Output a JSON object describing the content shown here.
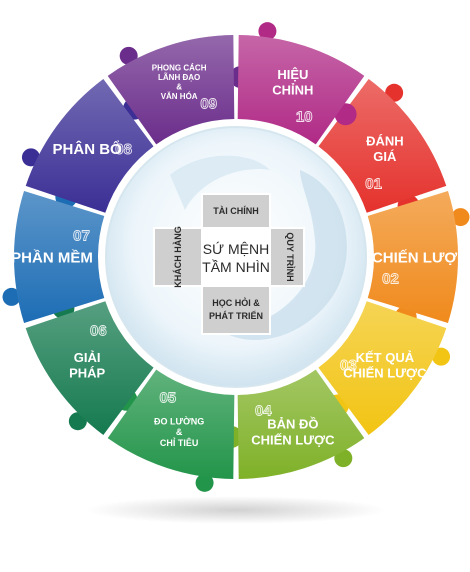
{
  "center": {
    "core_lines": [
      "SỨ MỆNH",
      "TẦM NHÌN"
    ],
    "perspectives": {
      "top": "TÀI CHÍNH",
      "right": "QUY TRÌNH",
      "bottom_lines": [
        "HỌC HỎI &",
        "PHÁT TRIỂN"
      ],
      "left": "KHÁCH HÀNG"
    }
  },
  "segments": [
    {
      "number": "01",
      "lines": [
        "ĐÁNH",
        "GIÁ"
      ],
      "color": "#e5322d"
    },
    {
      "number": "02",
      "lines": [
        "CHIẾN LƯỢC"
      ],
      "color": "#f08a1c"
    },
    {
      "number": "03",
      "lines": [
        "KẾT QUẢ",
        "CHIẾN LƯỢC"
      ],
      "color": "#f2c413"
    },
    {
      "number": "04",
      "lines": [
        "BẢN ĐỒ",
        "CHIẾN LƯỢC"
      ],
      "color": "#7fb128"
    },
    {
      "number": "05",
      "lines": [
        "ĐO LƯỜNG",
        "&",
        "CHỈ TIÊU"
      ],
      "color": "#23954a"
    },
    {
      "number": "06",
      "lines": [
        "GIẢI",
        "PHÁP"
      ],
      "color": "#157a4f"
    },
    {
      "number": "07",
      "lines": [
        "PHẦN MỀM"
      ],
      "color": "#1d6db5"
    },
    {
      "number": "08",
      "lines": [
        "PHÂN BỔ"
      ],
      "color": "#3b2f95"
    },
    {
      "number": "09",
      "lines": [
        "PHONG CÁCH",
        "LÃNH ĐẠO",
        "&",
        "VĂN HÓA"
      ],
      "color": "#6b2d8b"
    },
    {
      "number": "10",
      "lines": [
        "HIỆU",
        "CHỈNH"
      ],
      "color": "#b02a86"
    }
  ]
}
